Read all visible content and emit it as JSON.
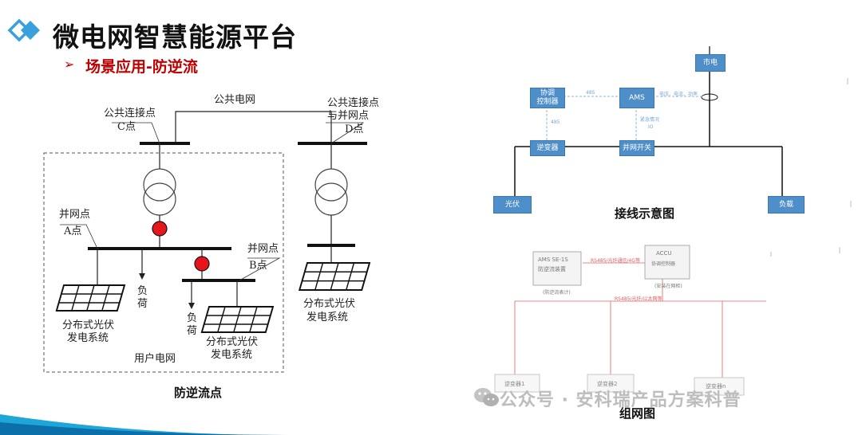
{
  "header": {
    "title": "微电网智慧能源平台",
    "subtitle": "场景应用-防逆流"
  },
  "left_diagram": {
    "public_grid": "公共电网",
    "point_c_line1": "公共连接点",
    "point_c_line2": "C点",
    "point_d_line1": "公共连接点",
    "point_d_line2": "与并网点",
    "point_d_line3": "D点",
    "point_a_line1": "并网点",
    "point_a_line2": "A点",
    "point_b_line1": "并网点",
    "point_b_line2": "B点",
    "load1_a": "负",
    "load1_b": "荷",
    "load2_a": "负",
    "load2_b": "荷",
    "pv1_line1": "分布式光伏",
    "pv1_line2": "发电系统",
    "pv2_line1": "分布式光伏",
    "pv2_line2": "发电系统",
    "pv3_line1": "分布式光伏",
    "pv3_line2": "发电系统",
    "user_grid": "用户电网",
    "caption": "防逆流点",
    "marker_color": "#e8141b"
  },
  "wiring_diagram": {
    "grid_box": "市电",
    "controller_box_1": "协调",
    "controller_box_2": "控制器",
    "ams_box": "AMS",
    "inverter_box": "逆变器",
    "switch_box": "并网开关",
    "pv_box": "光伏",
    "load_box": "负载",
    "link_485_top": "485",
    "link_485_left": "485",
    "link_signals": "电压、电流、功率",
    "link_emergency_1": "紧急情况",
    "link_emergency_2": "IO",
    "caption": "接线示意图",
    "box_color": "#4f8fc9"
  },
  "network_diagram": {
    "ams_device_1": "AMS SE-1S",
    "ams_device_2": "防逆流装置",
    "ams_device_note": "(防逆流表计)",
    "accu_device_1": "ACCU",
    "accu_device_2": "协调控制器",
    "accu_device_note": "(安装在网柜)",
    "link_top": "RS485/光纤通信/4G等",
    "link_mid": "RS485/光纤/以太网等",
    "inverter_1": "逆变器1",
    "inverter_2": "逆变器2",
    "inverter_n": "逆变器n",
    "caption": "组网图"
  },
  "watermark": "公众号 · 安科瑞产品方案科普"
}
